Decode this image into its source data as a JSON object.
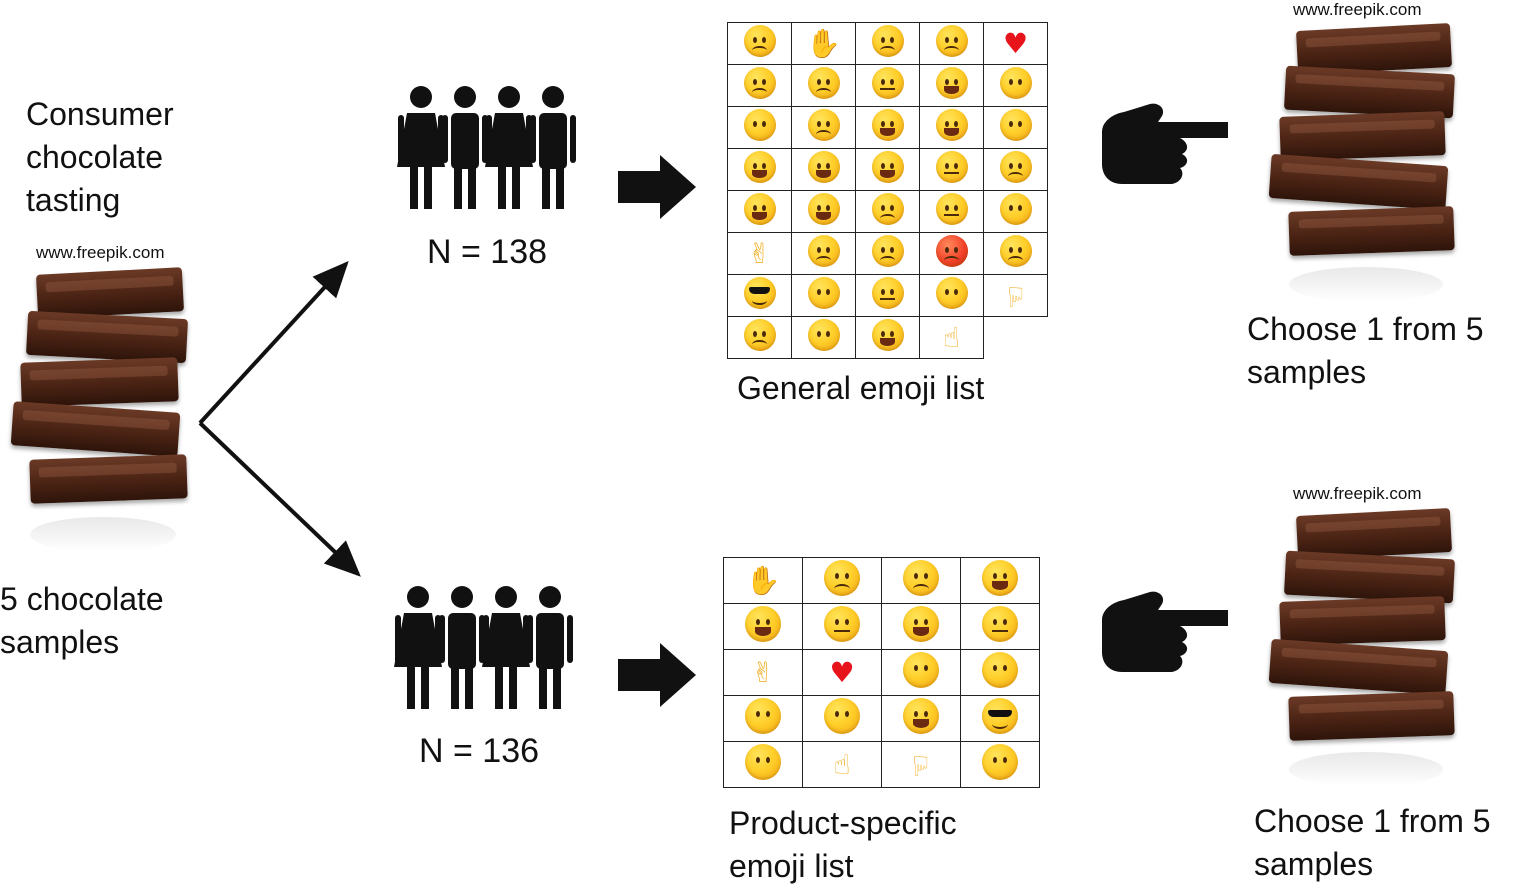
{
  "intro": {
    "lines": [
      "Consumer",
      "chocolate",
      "tasting"
    ]
  },
  "credits": {
    "text": "www.freepik.com"
  },
  "samples": {
    "lines": [
      "5 chocolate",
      "samples"
    ]
  },
  "groups": {
    "top": {
      "n_label": "N = 138"
    },
    "bottom": {
      "n_label": "N = 136"
    }
  },
  "lists": {
    "general": {
      "caption": "General emoji list",
      "rows": [
        [
          "angry",
          "clapping-hands",
          "confounded",
          "confused",
          "red-heart"
        ],
        [
          "crying",
          "disappointed",
          "expressionless",
          "screaming-in-fear",
          "heart-eyes"
        ],
        [
          "blowing-kiss",
          "downcast-sweat",
          "tongue-out",
          "squinting-tongue",
          "smirking"
        ],
        [
          "winking-tongue",
          "tears-of-joy",
          "flushed",
          "grimacing",
          "unamused"
        ],
        [
          "grinning",
          "beaming",
          "loudly-crying",
          "neutral",
          "winking"
        ],
        [
          "ok-hand",
          "pensive",
          "persevering",
          "pouting",
          "weary"
        ],
        [
          "sunglasses",
          "relieved",
          "sleeping",
          "smiling",
          "thumbs-down"
        ],
        [
          "tired",
          "smiling-eyes",
          "grinning-smiling-eyes",
          "thumbs-up"
        ]
      ]
    },
    "product": {
      "caption_lines": [
        "Product-specific",
        "emoji list"
      ],
      "rows": [
        [
          "clapping-hands",
          "confounded",
          "confused",
          "tongue-out"
        ],
        [
          "winking-tongue",
          "grimacing",
          "grinning",
          "neutral"
        ],
        [
          "ok-hand",
          "red-heart",
          "relieved",
          "smiling"
        ],
        [
          "heart-eyes",
          "smiling-eyes",
          "beaming",
          "sunglasses"
        ],
        [
          "smirking",
          "thumbs-up",
          "thumbs-down",
          "winking"
        ]
      ]
    }
  },
  "choice": {
    "lines": [
      "Choose 1 from 5",
      "samples"
    ]
  },
  "icons": {
    "people": "people-group-icon",
    "arrow": "right-arrow-icon",
    "pointer": "pointing-hand-icon"
  }
}
